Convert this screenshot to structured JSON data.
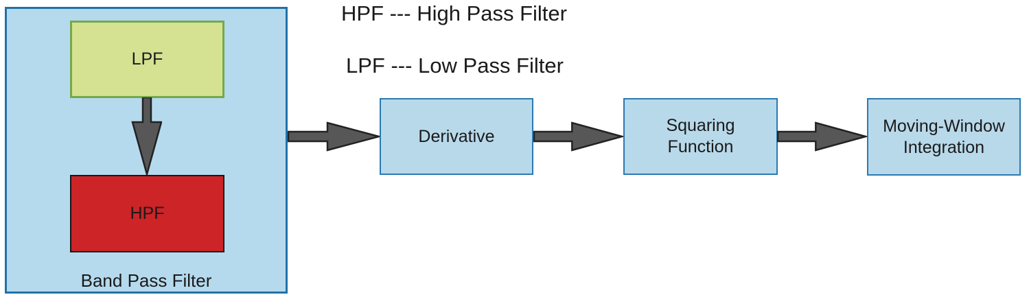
{
  "legend": {
    "hpf": "HPF --- High Pass Filter",
    "lpf": "LPF --- Low Pass Filter"
  },
  "bandpass": {
    "caption": "Band Pass Filter",
    "lpf_label": "LPF",
    "hpf_label": "HPF"
  },
  "blocks": [
    {
      "label": "Derivative"
    },
    {
      "label": "Squaring Function"
    },
    {
      "label": "Moving-Window Integration"
    }
  ],
  "icons": {
    "flow_arrows": "right-arrow-icon",
    "bandpass_internal_arrow": "down-arrow-icon"
  },
  "colors": {
    "background": "#ffffff",
    "container_fill": "#b5daee",
    "container_border": "#2172a8",
    "block_fill": "#b8d9ea",
    "block_border": "#2a79b2",
    "lpf_fill": "#d4e292",
    "lpf_border": "#74a94a",
    "hpf_fill": "#cd2428",
    "hpf_border": "#161616",
    "arrow_fill": "#575757",
    "arrow_stroke": "#222222",
    "text": "#1a1a1a"
  }
}
